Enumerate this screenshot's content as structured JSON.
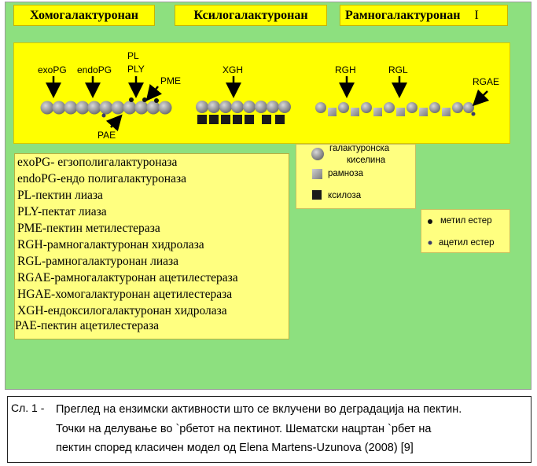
{
  "headers": {
    "homogalacturonan": "Хомогалактуронан",
    "xylogalacturonan": "Ксилогалактуронан",
    "rhamnogalacturonan": "Рамногалактуронан",
    "roman_numeral": "I"
  },
  "site_labels": {
    "exoPG": "exoPG",
    "endoPG": "endoPG",
    "PL": "PL",
    "PLY": "PLY",
    "PME": "PME",
    "PAE": "PAE",
    "XGH": "XGH",
    "RGH": "RGH",
    "RGL": "RGL",
    "RGAE": "RGAE"
  },
  "legend": [
    "exoPG- егзополигалактуроназа",
    "endoPG-ендо полигалактуроназа",
    "PL-пектин лиаза",
    "PLY-пектат лиаза",
    "PME-пектин метилестераза",
    "RGH-рамногалактуронан хидролаза",
    "RGL-рамногалактуронан лиаза",
    "RGAE-рамногалактуронан ацетилестераза",
    "HGAE-хомогалактуронан ацетилестераза",
    "XGH-ендоксилогалактуронан хидролаза",
    "PAE-пектин ацетилестераза"
  ],
  "key": {
    "galacturonic_line1": "галактуронска",
    "galacturonic_line2": "киселина",
    "rhamnose": "рамноза",
    "xylose": "ксилоза",
    "methyl_ester": "метил естер",
    "acetyl_ester": "ацетил естер"
  },
  "caption": {
    "prefix": "Сл. 1 -",
    "line1": "Преглед на ензимски активности што се вклучени во деградација на пектин.",
    "line2": "Точки  на  делување во `рбетот  на  пектинот.  Шематски нацртан `рбет на",
    "line3": "пектин според класичен модел од Elena Martens-Uzunova (2008) [9]"
  },
  "colors": {
    "background_green": "#8de07f",
    "header_yellow": "#ffff00",
    "legend_yellow": "#ffff80",
    "galacturonic_gray": "#8a8a8a",
    "xylose_black": "#1a1a1a"
  }
}
